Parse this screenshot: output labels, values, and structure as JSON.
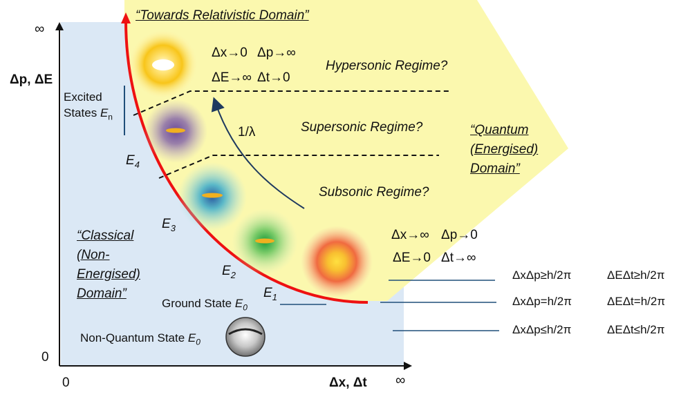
{
  "axes": {
    "y_label": "Δp, ΔE",
    "x_label": "Δx, Δt",
    "y_infinity": "∞",
    "x_infinity": "∞",
    "y_zero": "0",
    "x_zero": "0"
  },
  "domains": {
    "relativistic": "“Towards Relativistic Domain”",
    "quantum": [
      "“Quantum",
      "(Energised)",
      "Domain”"
    ],
    "classical": [
      "“Classical",
      "(Non-",
      "Energised)",
      "Domain”"
    ]
  },
  "regimes": {
    "hypersonic": "Hypersonic Regime?",
    "supersonic": "Supersonic Regime?",
    "subsonic": "Subsonic Regime?"
  },
  "limits_top": {
    "dx": "Δx→0",
    "dp": "Δp→∞",
    "dE": "ΔE→∞",
    "dt": "Δt→0"
  },
  "limits_bottom": {
    "dx": "Δx→∞",
    "dp": "Δp→0",
    "dE": "ΔE→0",
    "dt": "Δt→∞"
  },
  "arrow_label": "1/λ",
  "states": {
    "excited": [
      "Excited",
      "States"
    ],
    "excited_symbol": "E",
    "excited_sub": "n",
    "e4": "E",
    "e4_sub": "4",
    "e3": "E",
    "e3_sub": "3",
    "e2": "E",
    "e2_sub": "2",
    "e1": "E",
    "e1_sub": "1",
    "ground": "Ground State ",
    "ground_symbol": "E",
    "ground_sub": "0",
    "non_quantum": "Non-Quantum State ",
    "non_quantum_symbol": "E",
    "non_quantum_sub": "0"
  },
  "relations": [
    {
      "left": "ΔxΔp≥h/2π",
      "right": "ΔEΔt≥h/2π"
    },
    {
      "left": "ΔxΔp=h/2π",
      "right": "ΔEΔt=h/2π"
    },
    {
      "left": "ΔxΔp≤h/2π",
      "right": "ΔEΔt≤h/2π"
    }
  ],
  "colors": {
    "classical_region": "#dbe8f5",
    "quantum_region": "#fbf8ae",
    "boundary": "#ee1111",
    "relation_lines": "#1f4e79",
    "arrow": "#1f3a5f"
  }
}
